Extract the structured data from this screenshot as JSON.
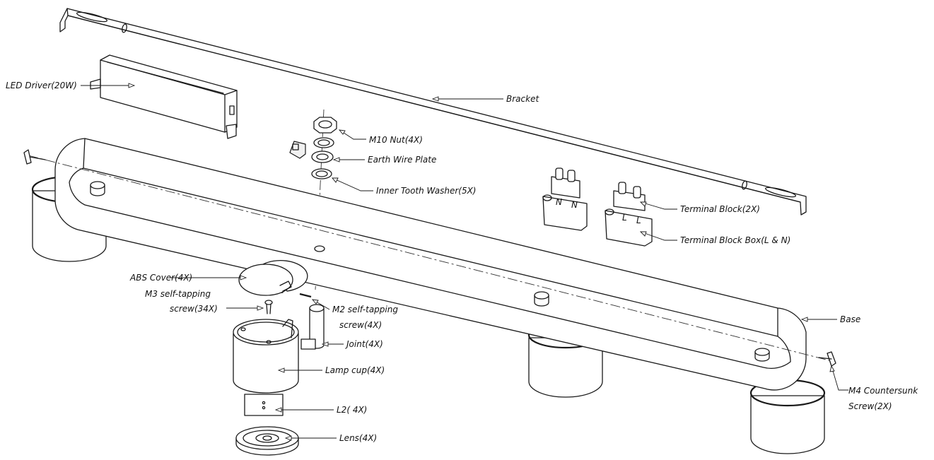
{
  "diagram": {
    "labels": {
      "led_driver": "LED Driver(20W)",
      "bracket": "Bracket",
      "m10_nut": "M10 Nut(4X)",
      "earth_wire_plate": "Earth Wire Plate",
      "inner_tooth_washer": "Inner Tooth Washer(5X)",
      "terminal_block": "Terminal Block(2X)",
      "terminal_block_box": "Terminal Block Box(L & N)",
      "abs_cover": "ABS Cover(4X)",
      "m3_screw_line1": "M3 self-tapping",
      "m3_screw_line2": "screw(34X)",
      "m2_screw_line1": "M2 self-tapping",
      "m2_screw_line2": "screw(4X)",
      "joint": "Joint(4X)",
      "lamp_cup": "Lamp cup(4X)",
      "l2": "L2( 4X)",
      "lens": "Lens(4X)",
      "base": "Base",
      "m4_screw_line1": "M4 Countersunk",
      "m4_screw_line2": "Screw(2X)"
    },
    "part_marks": {
      "terminal_n": "N",
      "terminal_l": "L"
    }
  }
}
